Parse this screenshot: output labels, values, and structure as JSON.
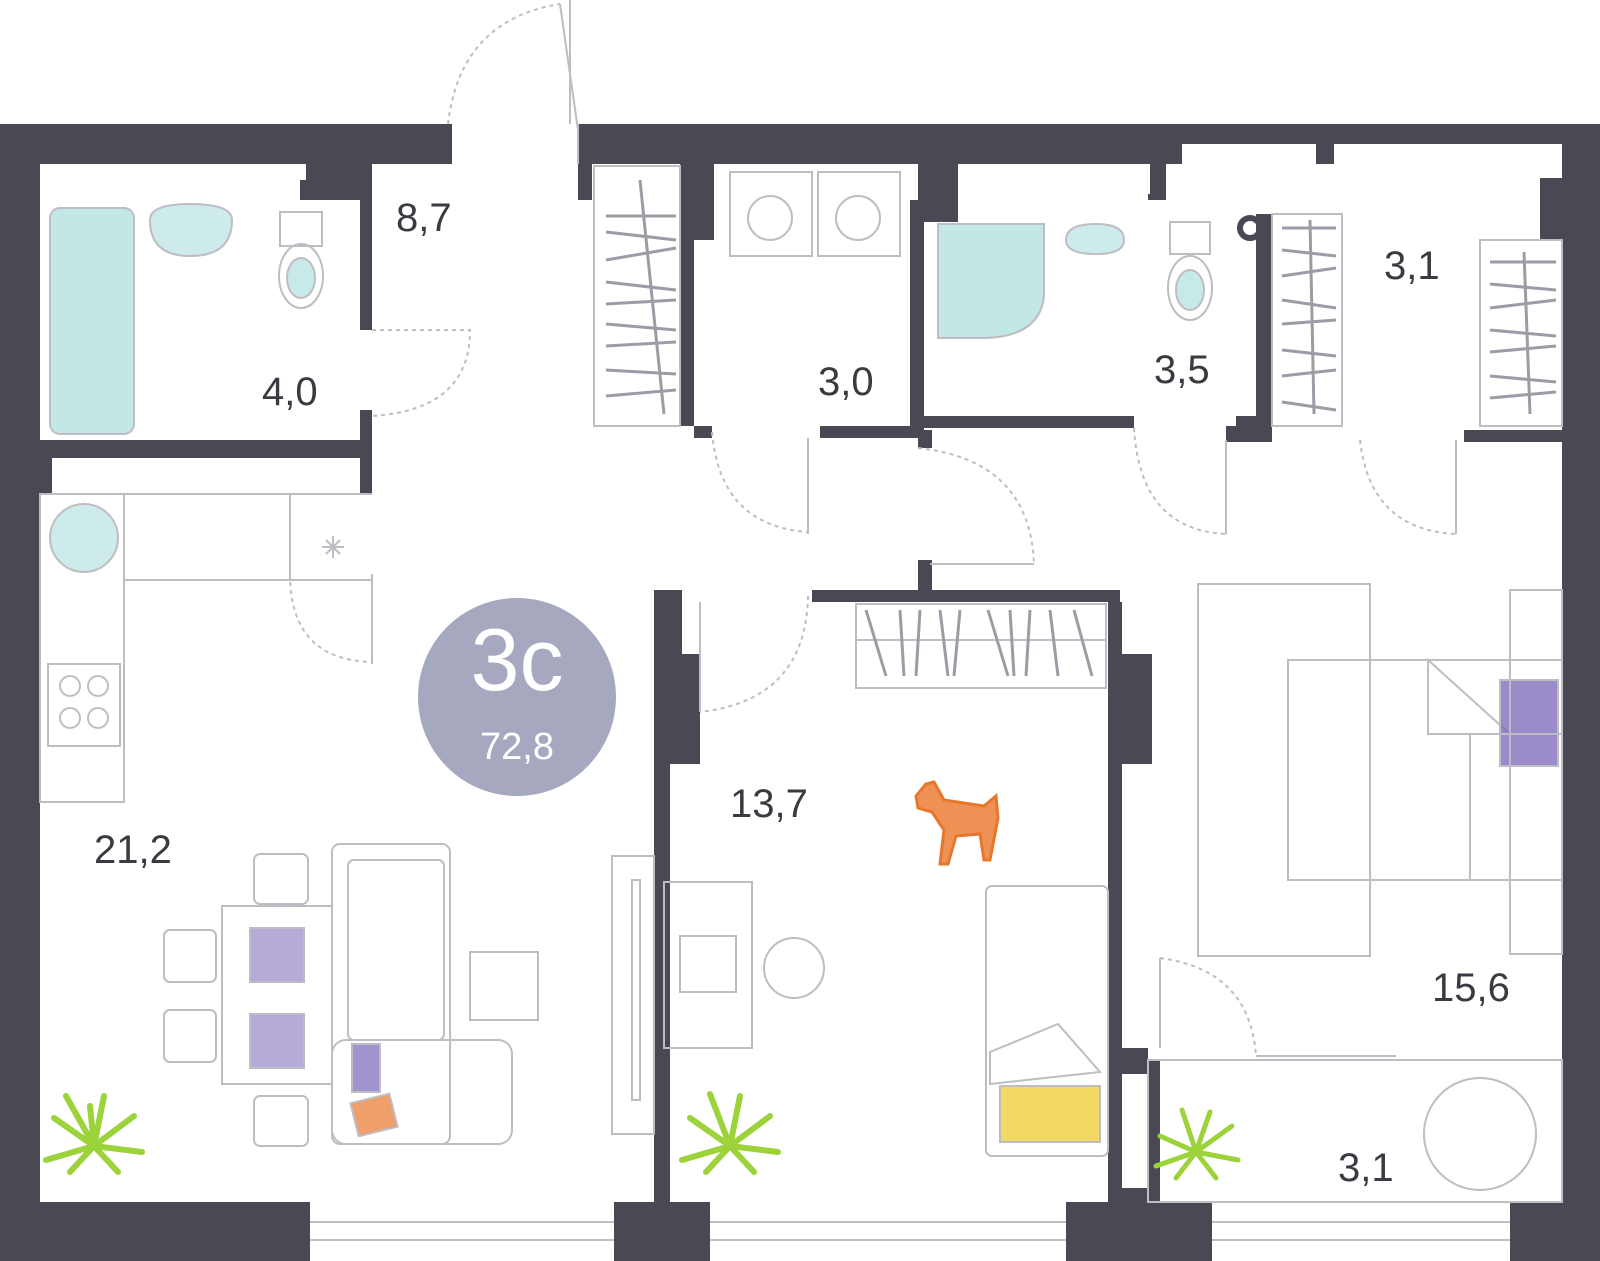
{
  "apartment": {
    "type_label": "3с",
    "total_area": "72,8"
  },
  "rooms": [
    {
      "id": "hallway",
      "area": "8,7"
    },
    {
      "id": "bathroom-tub",
      "area": "4,0"
    },
    {
      "id": "laundry",
      "area": "3,0"
    },
    {
      "id": "shower-room",
      "area": "3,5"
    },
    {
      "id": "wardrobe",
      "area": "3,1"
    },
    {
      "id": "kitchen-living",
      "area": "21,2"
    },
    {
      "id": "bedroom-small",
      "area": "13,7"
    },
    {
      "id": "bedroom-master",
      "area": "15,6"
    },
    {
      "id": "balcony",
      "area": "3,1"
    }
  ],
  "colors": {
    "wall": "#4a4852",
    "line": "#bdbdc3",
    "badge": "#a6a8bf",
    "water": "#8fd3d0",
    "purple": "#7a64b8",
    "orange": "#e8762b",
    "yellow": "#f0d24a",
    "plant": "#9cd23a"
  }
}
